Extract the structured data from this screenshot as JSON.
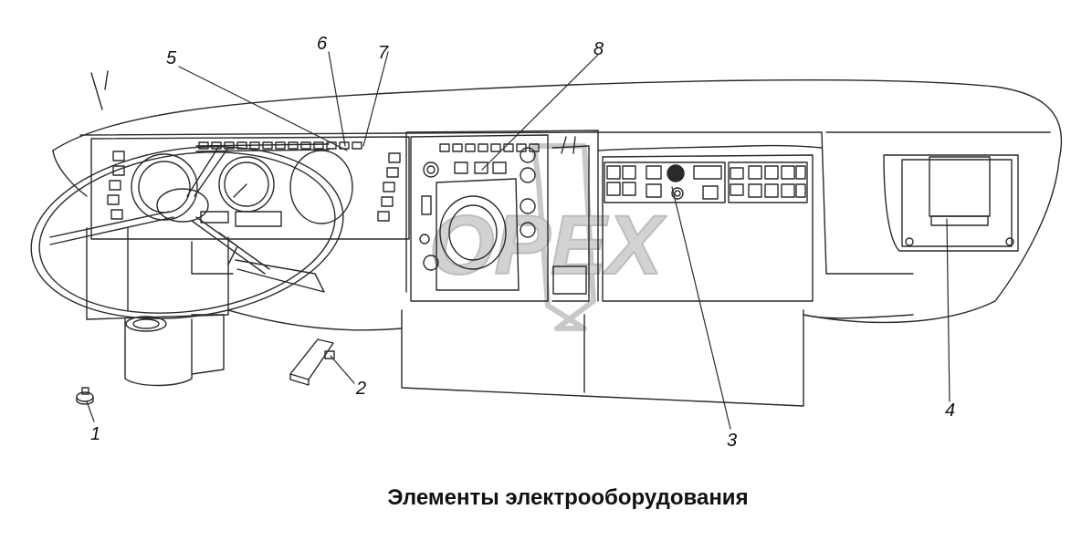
{
  "caption": "Элементы электрооборудования",
  "watermark": "OPEX",
  "callouts": [
    "1",
    "2",
    "3",
    "4",
    "5",
    "6",
    "7",
    "8"
  ],
  "colors": {
    "line": "#2a2a2a",
    "watermark": "#cfcfcf"
  }
}
